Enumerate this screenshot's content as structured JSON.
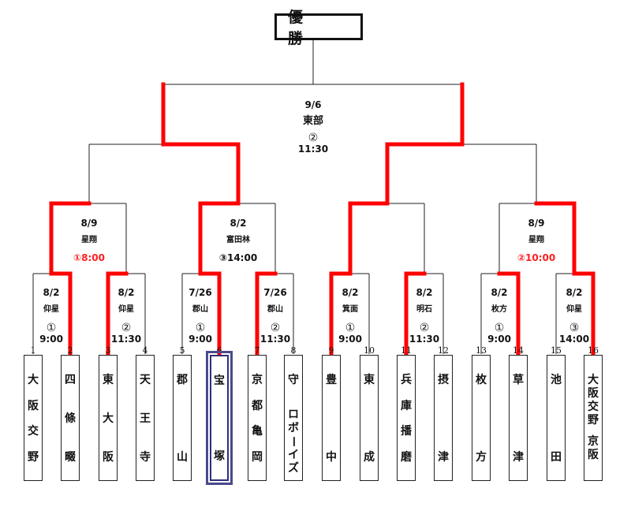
{
  "title": "優　勝",
  "colors": {
    "win_path": "#ff0000",
    "line": "#222222",
    "highlight": "#2e2e7a",
    "red_text": "#ff2020"
  },
  "final": {
    "date": "9/6",
    "venue": "東部",
    "num": "②",
    "time": "11:30"
  },
  "round2": [
    {
      "date": "8/9",
      "venue": "星翔",
      "numtime": "①8:00",
      "red": true
    },
    {
      "date": "8/2",
      "venue": "富田林",
      "numtime": "③14:00",
      "red": false
    },
    {
      "date": "8/9",
      "venue": "星翔",
      "numtime": "②10:00",
      "red": true
    }
  ],
  "round1": [
    {
      "date": "8/2",
      "venue": "仰星",
      "num": "①",
      "time": "9:00"
    },
    {
      "date": "8/2",
      "venue": "仰星",
      "num": "②",
      "time": "11:30"
    },
    {
      "date": "7/26",
      "venue": "郡山",
      "num": "①",
      "time": "9:00"
    },
    {
      "date": "7/26",
      "venue": "郡山",
      "num": "②",
      "time": "11:30"
    },
    {
      "date": "8/2",
      "venue": "箕面",
      "num": "①",
      "time": "9:00"
    },
    {
      "date": "8/2",
      "venue": "明石",
      "num": "②",
      "time": "11:30"
    },
    {
      "date": "8/2",
      "venue": "枚方",
      "num": "①",
      "time": "9:00"
    },
    {
      "date": "8/2",
      "venue": "仰星",
      "num": "③",
      "time": "14:00"
    }
  ],
  "teams": [
    {
      "seed": "1",
      "chars": [
        "大",
        "阪",
        "交",
        "野"
      ],
      "style": "spread"
    },
    {
      "seed": "2",
      "chars": [
        "四",
        "條",
        "畷"
      ],
      "style": "spread"
    },
    {
      "seed": "3",
      "chars": [
        "東",
        "大",
        "阪"
      ],
      "style": "spread"
    },
    {
      "seed": "4",
      "chars": [
        "天",
        "王",
        "寺"
      ],
      "style": "spread"
    },
    {
      "seed": "5",
      "chars": [
        "郡",
        "山"
      ],
      "style": "spread"
    },
    {
      "seed": "6",
      "chars": [
        "宝",
        "塚"
      ],
      "style": "spread",
      "highlight": true
    },
    {
      "seed": "7",
      "chars": [
        "京",
        "都",
        "亀",
        "岡"
      ],
      "style": "spread"
    },
    {
      "seed": "8",
      "chars": [
        "守",
        "ロ",
        "ボ",
        "ー",
        "イ",
        "ズ"
      ],
      "style": "mixed"
    },
    {
      "seed": "9",
      "chars": [
        "豊",
        "中"
      ],
      "style": "spread"
    },
    {
      "seed": "10",
      "chars": [
        "東",
        "成"
      ],
      "style": "spread"
    },
    {
      "seed": "11",
      "chars": [
        "兵",
        "庫",
        "播",
        "磨"
      ],
      "style": "spread"
    },
    {
      "seed": "12",
      "chars": [
        "摂",
        "津"
      ],
      "style": "spread"
    },
    {
      "seed": "13",
      "chars": [
        "枚",
        "方"
      ],
      "style": "spread"
    },
    {
      "seed": "14",
      "chars": [
        "草",
        "津"
      ],
      "style": "spread"
    },
    {
      "seed": "15",
      "chars": [
        "池",
        "田"
      ],
      "style": "spread"
    },
    {
      "seed": "16",
      "chars": [
        "大",
        "阪",
        "交",
        "野",
        "",
        "京",
        "阪"
      ],
      "style": "dense"
    }
  ],
  "results": {
    "round1_winners": [
      2,
      3,
      6,
      7,
      9,
      11,
      14,
      16
    ],
    "quarter_winners": [
      2,
      6,
      9,
      16
    ],
    "semi_winners": [
      6,
      9
    ],
    "champion": null
  }
}
